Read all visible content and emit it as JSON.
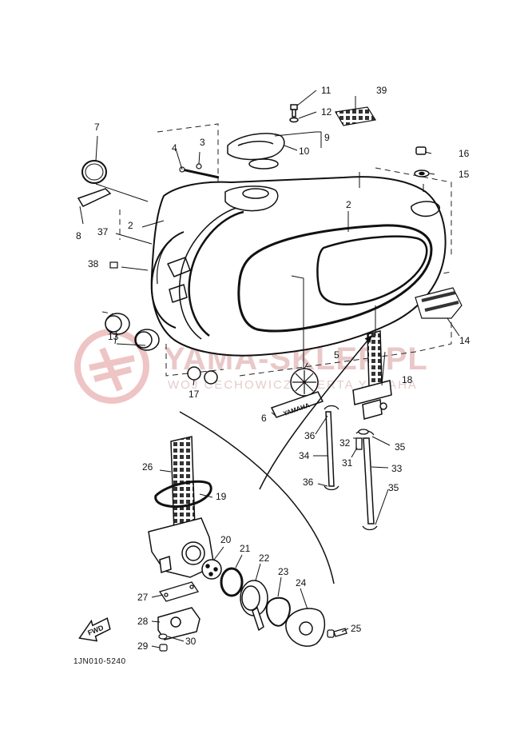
{
  "diagram": {
    "part_code": "1JN010-5240",
    "watermark": {
      "brand": "YAMA-SKLEP.PL",
      "tagline": "WOJ CECHOWICZ OFERTA YAMAHA"
    },
    "fwd_label": "FWD",
    "emblem_text": "YAMAHA",
    "callouts": [
      {
        "id": "c2a",
        "label": "2"
      },
      {
        "id": "c2b",
        "label": "2"
      },
      {
        "id": "c3",
        "label": "3"
      },
      {
        "id": "c4",
        "label": "4"
      },
      {
        "id": "c5",
        "label": "5"
      },
      {
        "id": "c6",
        "label": "6"
      },
      {
        "id": "c7",
        "label": "7"
      },
      {
        "id": "c8",
        "label": "8"
      },
      {
        "id": "c9",
        "label": "9"
      },
      {
        "id": "c10",
        "label": "10"
      },
      {
        "id": "c11",
        "label": "11"
      },
      {
        "id": "c12",
        "label": "12"
      },
      {
        "id": "c13",
        "label": "13"
      },
      {
        "id": "c14",
        "label": "14"
      },
      {
        "id": "c15",
        "label": "15"
      },
      {
        "id": "c16",
        "label": "16"
      },
      {
        "id": "c17",
        "label": "17"
      },
      {
        "id": "c18",
        "label": "18"
      },
      {
        "id": "c19",
        "label": "19"
      },
      {
        "id": "c20",
        "label": "20"
      },
      {
        "id": "c21",
        "label": "21"
      },
      {
        "id": "c22",
        "label": "22"
      },
      {
        "id": "c23",
        "label": "23"
      },
      {
        "id": "c24",
        "label": "24"
      },
      {
        "id": "c25",
        "label": "25"
      },
      {
        "id": "c26",
        "label": "26"
      },
      {
        "id": "c27",
        "label": "27"
      },
      {
        "id": "c28",
        "label": "28"
      },
      {
        "id": "c29",
        "label": "29"
      },
      {
        "id": "c30",
        "label": "30"
      },
      {
        "id": "c31",
        "label": "31"
      },
      {
        "id": "c32",
        "label": "32"
      },
      {
        "id": "c33",
        "label": "33"
      },
      {
        "id": "c34",
        "label": "34"
      },
      {
        "id": "c35a",
        "label": "35"
      },
      {
        "id": "c35b",
        "label": "35"
      },
      {
        "id": "c36a",
        "label": "36"
      },
      {
        "id": "c36b",
        "label": "36"
      },
      {
        "id": "c37",
        "label": "37"
      },
      {
        "id": "c38",
        "label": "38"
      },
      {
        "id": "c39",
        "label": "39"
      }
    ]
  }
}
